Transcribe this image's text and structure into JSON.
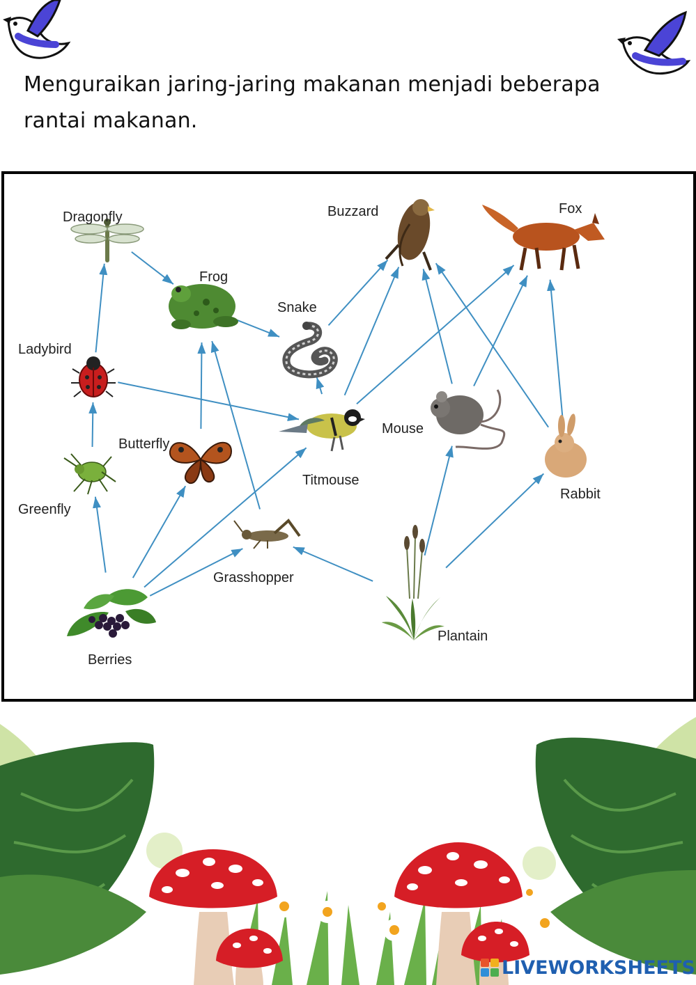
{
  "instruction": "Menguraikan jaring-jaring makanan menjadi beberapa rantai makanan.",
  "colors": {
    "arrow": "#3f8fc2",
    "bird": "#4b44d6",
    "frame": "#000000",
    "watermark": "#1f5fb0"
  },
  "food_web": {
    "nodes": {
      "dragonfly": "Dragonfly",
      "frog": "Frog",
      "snake": "Snake",
      "buzzard": "Buzzard",
      "fox": "Fox",
      "ladybird": "Ladybird",
      "butterfly": "Butterfly",
      "titmouse": "Titmouse",
      "mouse": "Mouse",
      "rabbit": "Rabbit",
      "greenfly": "Greenfly",
      "grasshopper": "Grasshopper",
      "berries": "Berries",
      "plantain": "Plantain"
    },
    "links": [
      [
        "berries",
        "greenfly"
      ],
      [
        "berries",
        "butterfly"
      ],
      [
        "berries",
        "titmouse"
      ],
      [
        "berries",
        "grasshopper"
      ],
      [
        "plantain",
        "grasshopper"
      ],
      [
        "plantain",
        "mouse"
      ],
      [
        "plantain",
        "rabbit"
      ],
      [
        "greenfly",
        "ladybird"
      ],
      [
        "ladybird",
        "dragonfly"
      ],
      [
        "ladybird",
        "titmouse"
      ],
      [
        "dragonfly",
        "frog"
      ],
      [
        "butterfly",
        "frog"
      ],
      [
        "grasshopper",
        "frog"
      ],
      [
        "frog",
        "snake"
      ],
      [
        "titmouse",
        "snake"
      ],
      [
        "titmouse",
        "buzzard"
      ],
      [
        "titmouse",
        "fox"
      ],
      [
        "snake",
        "buzzard"
      ],
      [
        "mouse",
        "buzzard"
      ],
      [
        "mouse",
        "fox"
      ],
      [
        "rabbit",
        "buzzard"
      ],
      [
        "rabbit",
        "fox"
      ]
    ]
  },
  "watermark": "LIVEWORKSHEETS"
}
